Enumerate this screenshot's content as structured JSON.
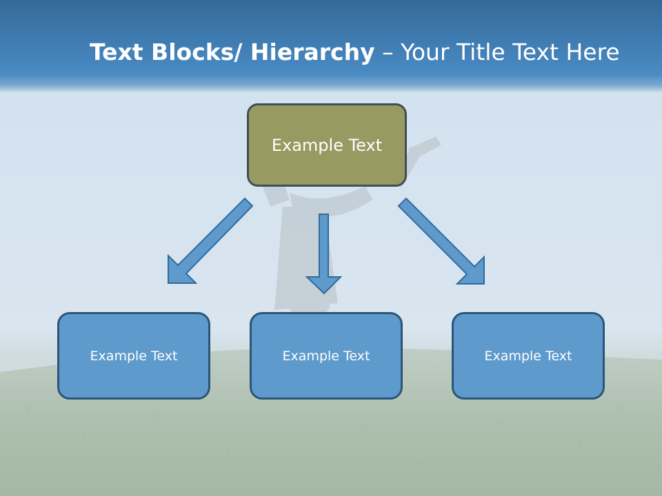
{
  "title": {
    "bold": "Text Blocks/ Hierarchy",
    "rest": " – Your Title Text Here"
  },
  "diagram": {
    "root": {
      "label": "Example Text"
    },
    "children": [
      {
        "label": "Example Text"
      },
      {
        "label": "Example Text"
      },
      {
        "label": "Example Text"
      }
    ]
  },
  "colors": {
    "root_fill": "#999962",
    "child_fill": "#5e9acc",
    "arrow_fill": "#5e9acc",
    "title_band": "#3f7cb1"
  }
}
